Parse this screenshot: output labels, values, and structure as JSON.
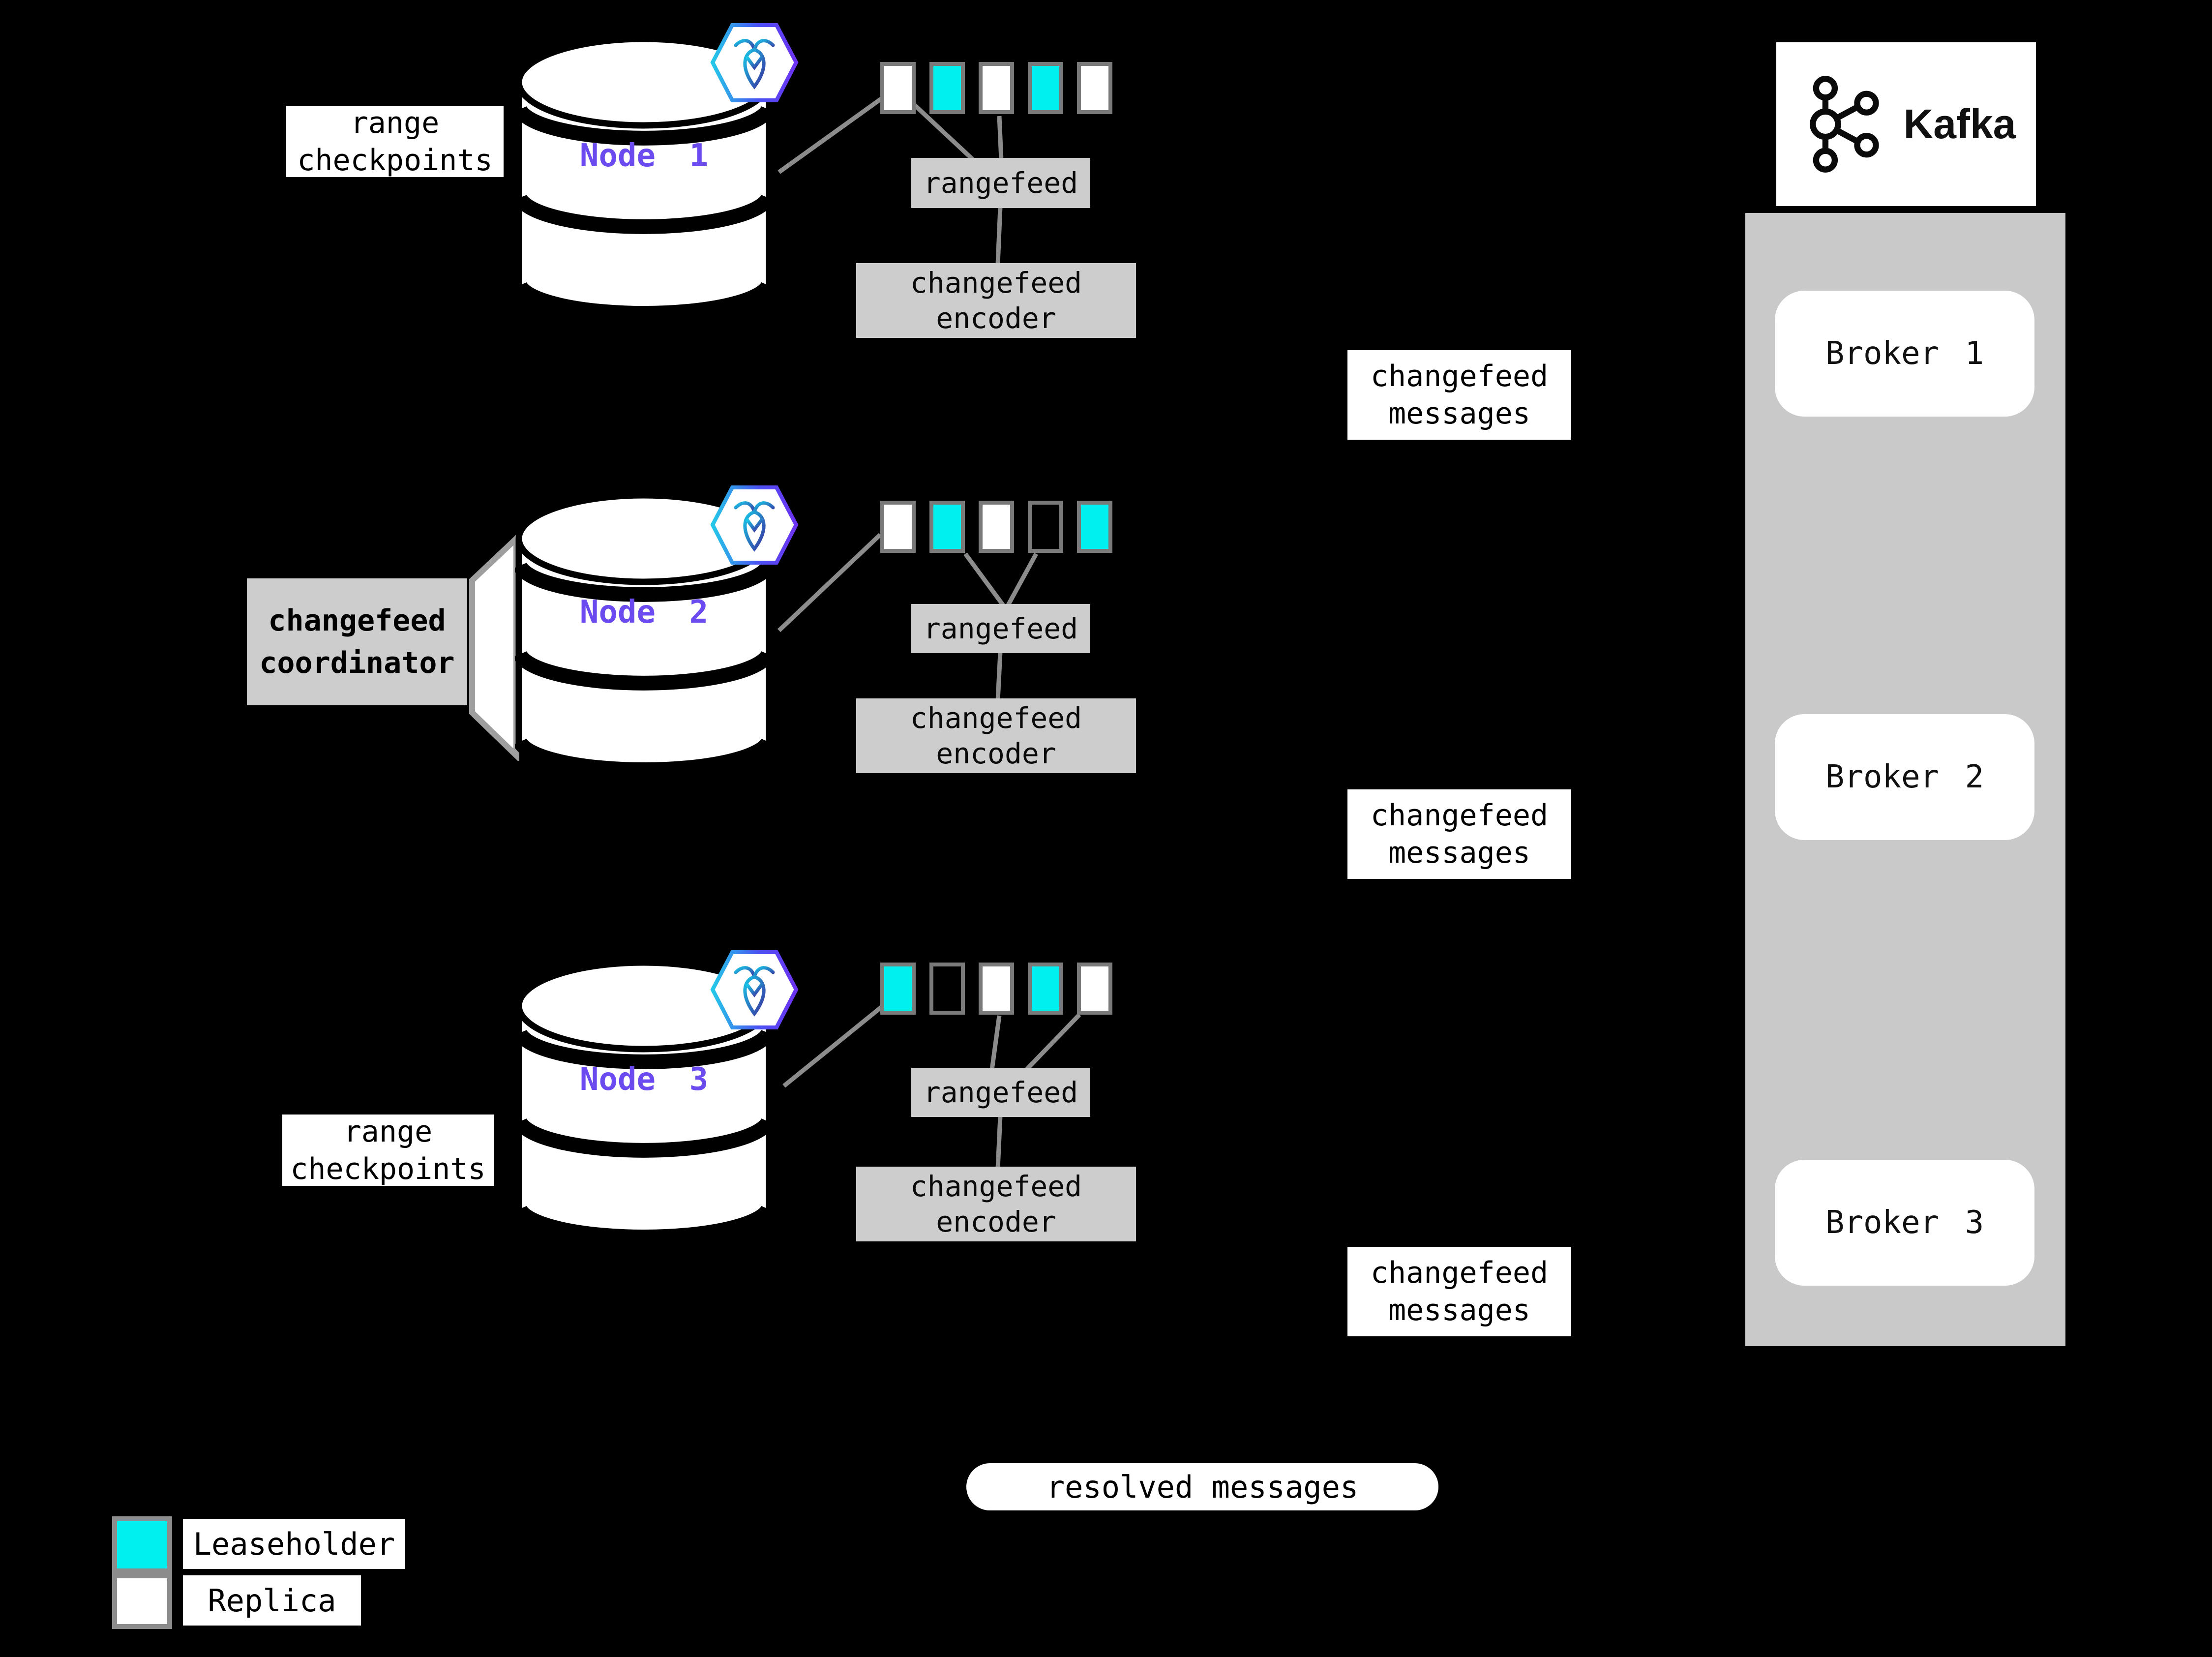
{
  "labels": {
    "range_checkpoints": {
      "line1": "range",
      "line2": "checkpoints"
    },
    "coordinator": {
      "line1": "changefeed",
      "line2": "coordinator"
    },
    "rangefeed": "rangefeed",
    "encoder": {
      "line1": "changefeed",
      "line2": "encoder"
    },
    "messages": {
      "line1": "changefeed",
      "line2": "messages"
    },
    "resolved": "resolved messages"
  },
  "nodes": [
    {
      "name": "Node 1",
      "ranges": [
        "replica",
        "leaseholder",
        "replica",
        "leaseholder",
        "replica"
      ]
    },
    {
      "name": "Node 2",
      "ranges": [
        "replica",
        "leaseholder",
        "replica",
        "empty",
        "leaseholder"
      ]
    },
    {
      "name": "Node 3",
      "ranges": [
        "leaseholder",
        "empty",
        "replica",
        "leaseholder",
        "replica"
      ]
    }
  ],
  "kafka": {
    "brand": "Kafka",
    "brokers": [
      {
        "label": "Broker 1"
      },
      {
        "label": "Broker 2"
      },
      {
        "label": "Broker 3"
      }
    ]
  },
  "legend": {
    "leaseholder": "Leaseholder",
    "replica": "Replica"
  },
  "icons": {
    "node_badge": "cockroachdb-icon",
    "kafka_glyph": "kafka-icon"
  },
  "colors": {
    "leaseholder": "#00f0f0",
    "replica": "#ffffff",
    "empty": "transparent",
    "node_label": "#6b4bf0",
    "box_gray": "#cdcdcd",
    "container_gray": "#c9c9c9",
    "line_gray": "#8c8c8c",
    "background": "#000000"
  }
}
